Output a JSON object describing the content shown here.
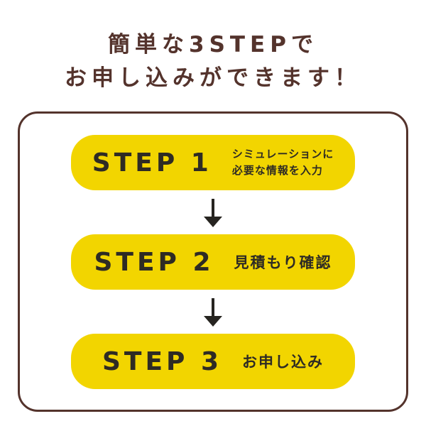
{
  "title": {
    "line1": "簡単な3STEPで",
    "line2": "お申し込みができます！"
  },
  "steps": [
    {
      "label": "STEP 1",
      "description_lines": [
        "シミュレーションに",
        "必要な情報を入力"
      ]
    },
    {
      "label": "STEP 2",
      "description_lines": [
        "見積もり確認"
      ]
    },
    {
      "label": "STEP 3",
      "description_lines": [
        "お申し込み"
      ]
    }
  ],
  "icons": {
    "between_steps": "down-arrow-icon"
  },
  "colors": {
    "background": "#ffffff",
    "accent_yellow": "#f2d500",
    "frame_brown": "#54332c",
    "title_brown": "#54332c",
    "step_text": "#2e2b24",
    "arrow_black": "#262420"
  }
}
